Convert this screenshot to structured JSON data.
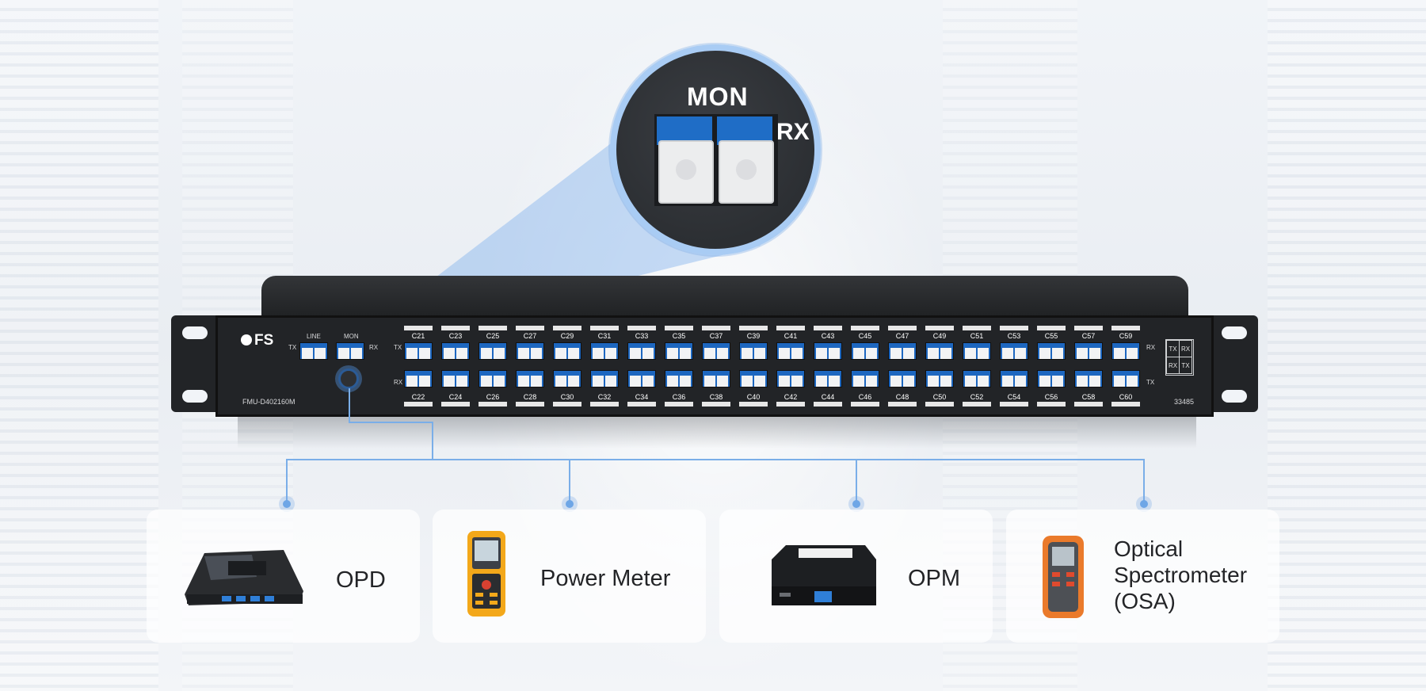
{
  "zoom": {
    "mon_label": "MON",
    "rx_label": "RX"
  },
  "device": {
    "brand": "FS",
    "model": "FMU-D402160M",
    "serial": "33485",
    "line_label": "LINE",
    "mon_label": "MON",
    "tx_label": "TX",
    "rx_label": "RX",
    "top_channels": [
      "C21",
      "C23",
      "C25",
      "C27",
      "C29",
      "C31",
      "C33",
      "C35",
      "C37",
      "C39",
      "C41",
      "C43",
      "C45",
      "C47",
      "C49",
      "C51",
      "C53",
      "C55",
      "C57",
      "C59"
    ],
    "bottom_channels": [
      "C22",
      "C24",
      "C26",
      "C28",
      "C30",
      "C32",
      "C34",
      "C36",
      "C38",
      "C40",
      "C42",
      "C44",
      "C46",
      "C48",
      "C50",
      "C52",
      "C54",
      "C56",
      "C58",
      "C60"
    ],
    "right_top": "RX",
    "right_bottom": "TX",
    "legend": [
      "TX",
      "RX",
      "RX",
      "TX"
    ]
  },
  "devices": [
    {
      "name": "OPD",
      "icon": "opd-card-icon"
    },
    {
      "name": "Power Meter",
      "icon": "power-meter-icon"
    },
    {
      "name": "OPM",
      "icon": "opm-icon"
    },
    {
      "name": "Optical Spectrometer (OSA)",
      "icon": "osa-icon"
    }
  ],
  "colors": {
    "accent": "#6ea6e6",
    "port_blue": "#1d67c0",
    "panel": "#222427"
  }
}
